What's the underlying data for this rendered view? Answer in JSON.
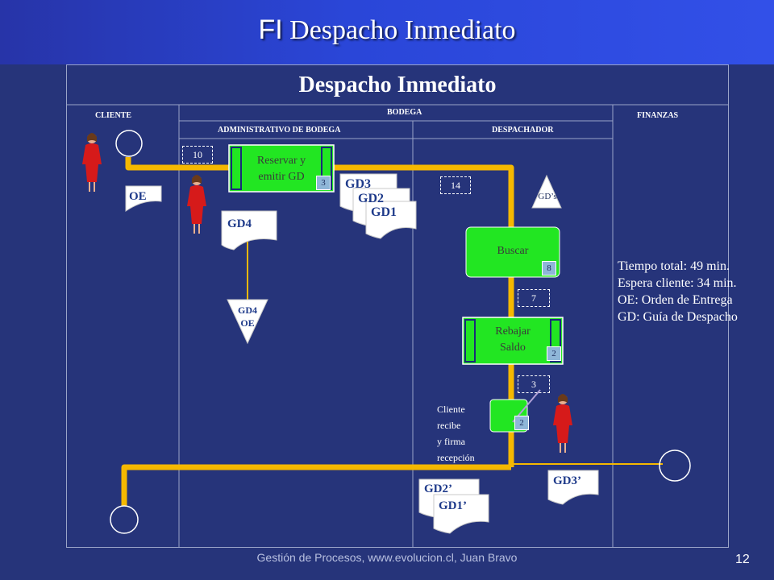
{
  "slide": {
    "title_fi": "FI",
    "title_rest": "Despacho Inmediato",
    "footer": "Gestión de Procesos, www.evolucion.cl, Juan Bravo",
    "page_number": "12"
  },
  "diagram": {
    "title": "Despacho Inmediato",
    "lanes": {
      "cliente": "CLIENTE",
      "bodega": "BODEGA",
      "finanzas": "FINANZAS",
      "administrativo": "ADMINISTRATIVO DE BODEGA",
      "despachador": "DESPACHADOR"
    },
    "activities": {
      "reservar_line1": "Reservar y",
      "reservar_line2": "emitir GD",
      "buscar": "Buscar",
      "rebajar_line1": "Rebajar",
      "rebajar_line2": "Saldo"
    },
    "durations": {
      "reservar": "3",
      "buscar": "8",
      "rebajar": "2",
      "recepcion": "2"
    },
    "waits": {
      "w10": "10",
      "w14": "14",
      "w7": "7",
      "w3": "3"
    },
    "documents": {
      "oe": "OE",
      "gd4": "GD4",
      "gd3": "GD3",
      "gd2": "GD2",
      "gd1": "GD1",
      "gd3p": "GD3’",
      "gd2p": "GD2’",
      "gd1p": "GD1’"
    },
    "storage": {
      "gds": "GD’s",
      "gd4_oe_line1": "GD4",
      "gd4_oe_line2": "OE"
    },
    "cliente_recibe": {
      "line1": "Cliente",
      "line2": "recibe",
      "line3": "y firma",
      "line4": "recepción"
    },
    "info": {
      "line1": "Tiempo total: 49 min.",
      "line2": "Espera cliente: 34 min.",
      "line3": "OE: Orden de Entrega",
      "line4": "GD: Guía de Despacho"
    },
    "colors": {
      "background": "#26347a",
      "flow_line": "#f5b800",
      "activity_fill": "#22e622",
      "document_text": "#1e3a8a"
    }
  }
}
